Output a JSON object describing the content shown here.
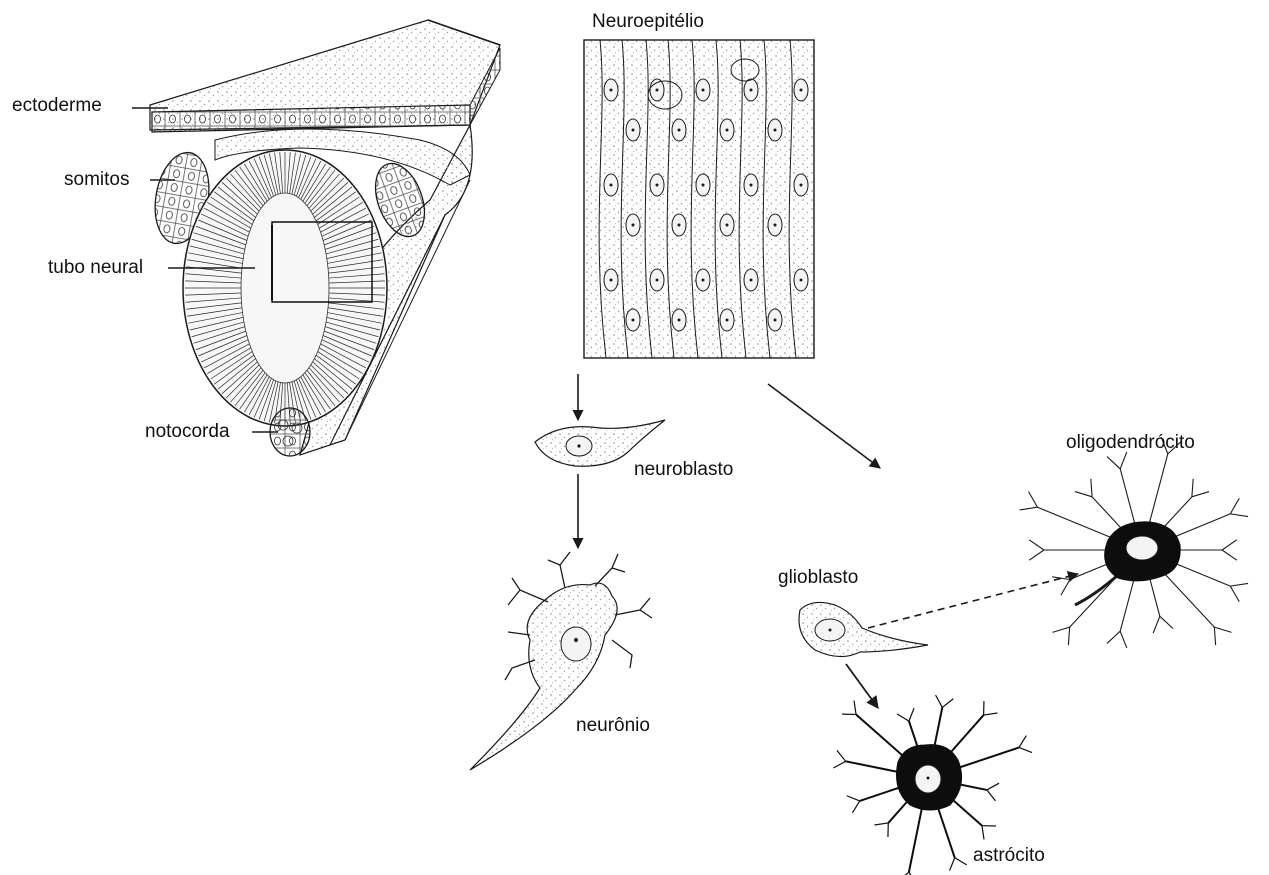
{
  "labels": {
    "ectoderm": "ectoderme",
    "somites": "somitos",
    "neural_tube": "tubo neural",
    "notochord": "notocorda",
    "neuroepithelium": "Neuroepitélio",
    "neuroblast": "neuroblasto",
    "neuron": "neurônio",
    "glioblast": "glioblasto",
    "oligodendrocyte": "oligodendrócito",
    "astrocyte": "astrócito"
  },
  "colors": {
    "ink": "#1a1a1a",
    "stipple": "#8a8a8a",
    "fill": "#f4f4f4",
    "dark_cell": "#0d0d0d"
  }
}
